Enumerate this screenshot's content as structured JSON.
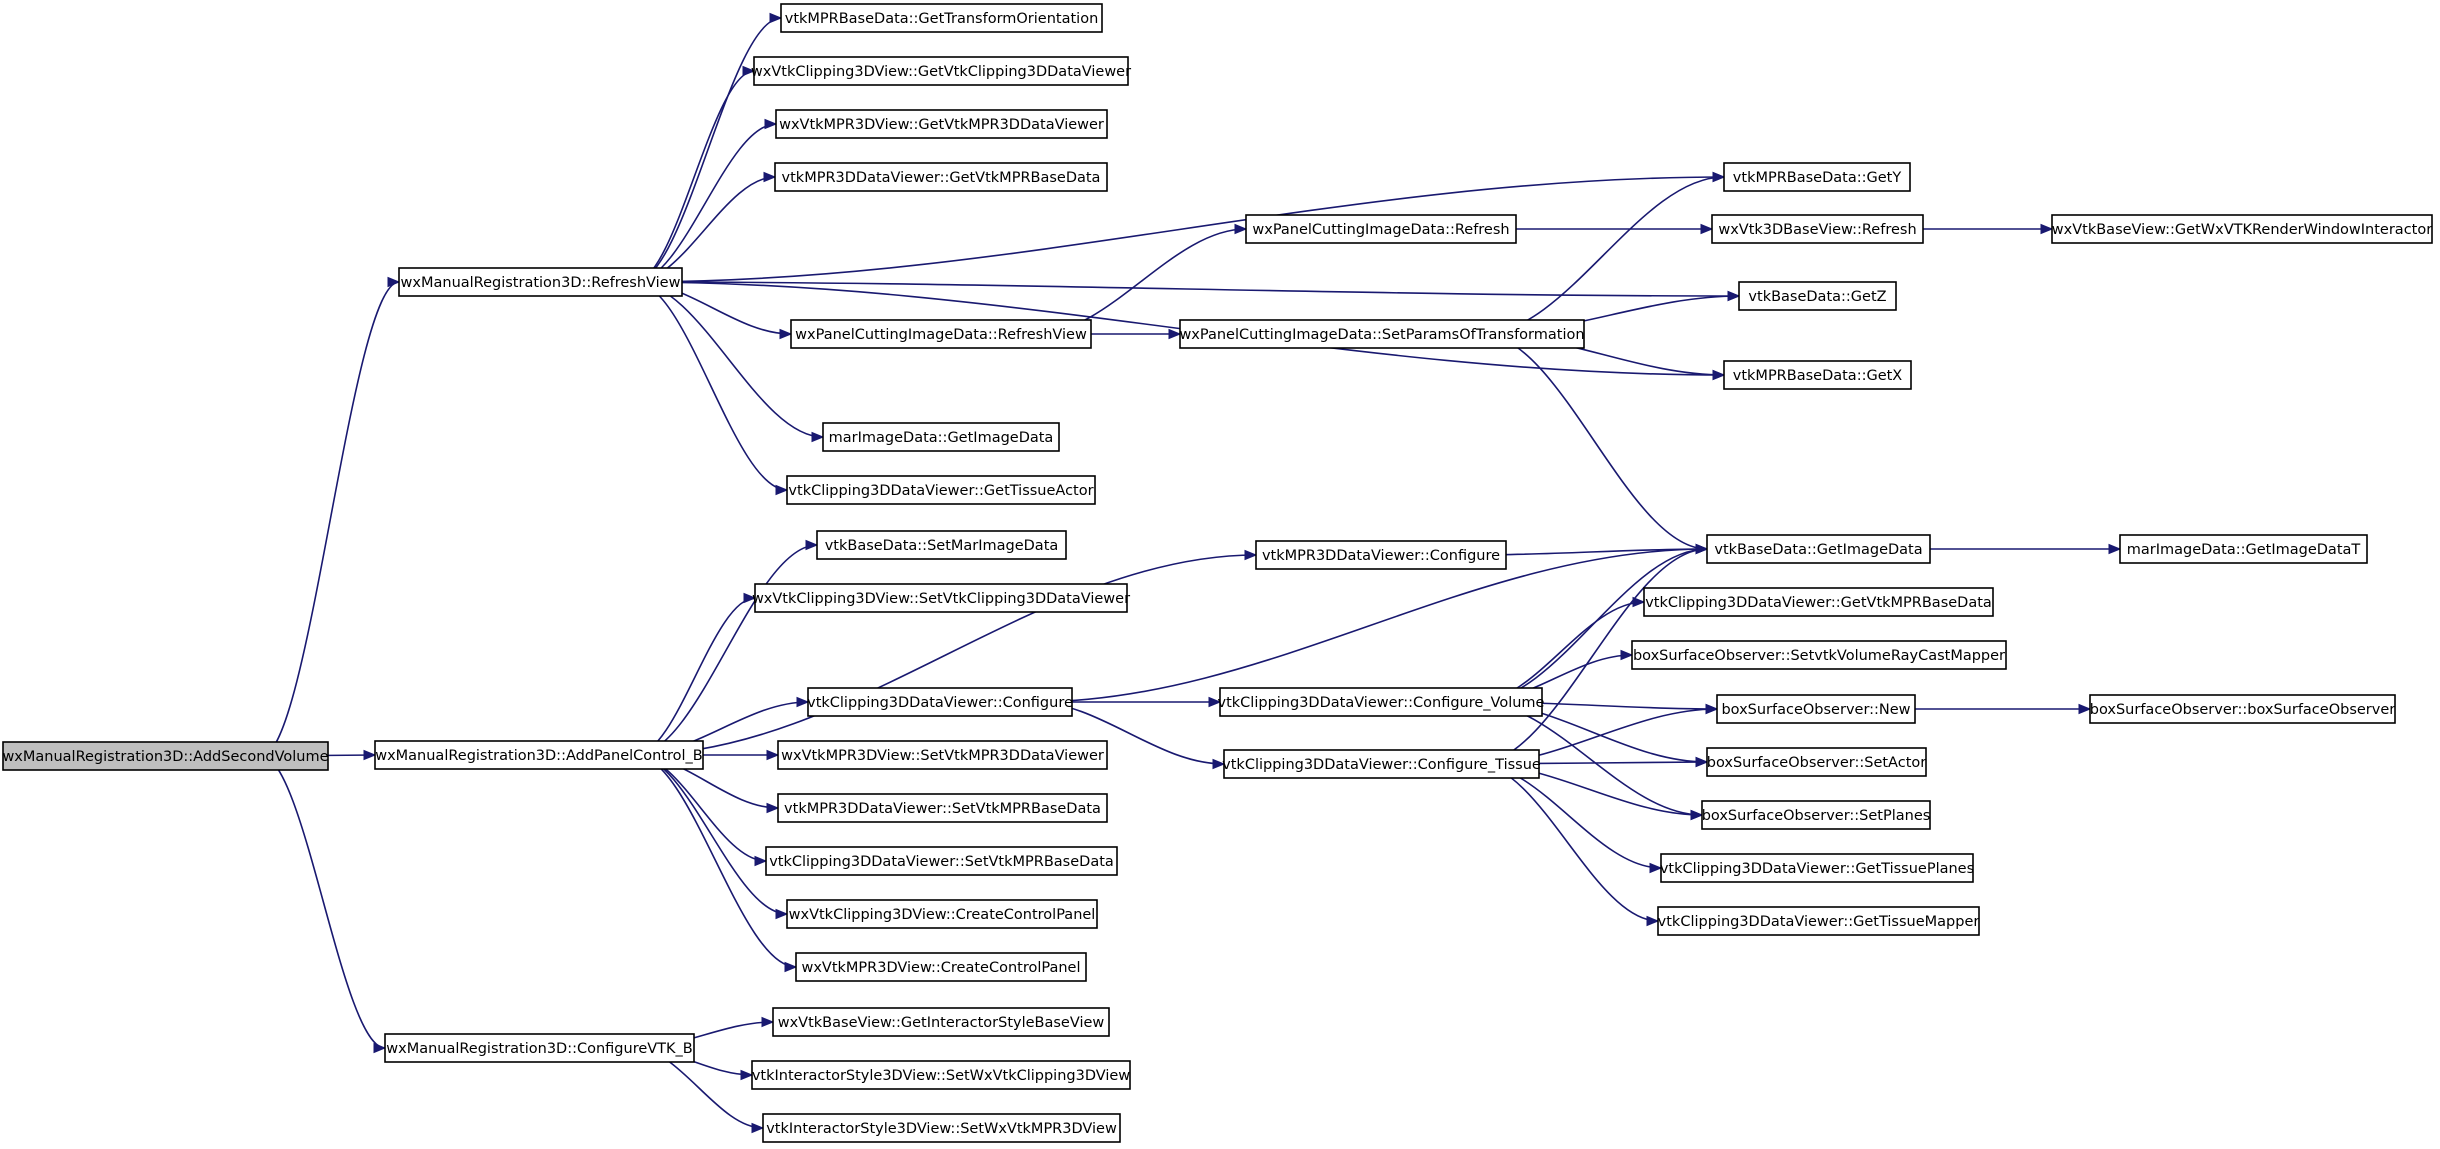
{
  "graph": {
    "edge_color": "#191970",
    "root_fill": "#bfbfbf",
    "nodes": [
      {
        "id": "add_second_volume",
        "label": "wxManualRegistration3D::AddSecondVolume",
        "root": true
      },
      {
        "id": "refresh_view",
        "label": "wxManualRegistration3D::RefreshView"
      },
      {
        "id": "add_panel_control_b",
        "label": "wxManualRegistration3D::AddPanelControl_B"
      },
      {
        "id": "configure_vtk_b",
        "label": "wxManualRegistration3D::ConfigureVTK_B"
      },
      {
        "id": "get_transform_orientation",
        "label": "vtkMPRBaseData::GetTransformOrientation"
      },
      {
        "id": "get_vtk_clipping3d_data_viewer",
        "label": "wxVtkClipping3DView::GetVtkClipping3DDataViewer"
      },
      {
        "id": "get_vtk_mpr3d_data_viewer",
        "label": "wxVtkMPR3DView::GetVtkMPR3DDataViewer"
      },
      {
        "id": "get_vtk_mpr_base_data",
        "label": "vtkMPR3DDataViewer::GetVtkMPRBaseData"
      },
      {
        "id": "panel_cut_refresh_view",
        "label": "wxPanelCuttingImageData::RefreshView"
      },
      {
        "id": "mar_get_image_data",
        "label": "marImageData::GetImageData"
      },
      {
        "id": "get_tissue_actor",
        "label": "vtkClipping3DDataViewer::GetTissueActor"
      },
      {
        "id": "set_mar_image_data",
        "label": "vtkBaseData::SetMarImageData"
      },
      {
        "id": "set_vtk_clipping3d_data_viewer",
        "label": "wxVtkClipping3DView::SetVtkClipping3DDataViewer"
      },
      {
        "id": "clipping_configure",
        "label": "vtkClipping3DDataViewer::Configure"
      },
      {
        "id": "set_vtk_mpr3d_data_viewer",
        "label": "wxVtkMPR3DView::SetVtkMPR3DDataViewer"
      },
      {
        "id": "mpr3d_set_vtk_mpr_base_data",
        "label": "vtkMPR3DDataViewer::SetVtkMPRBaseData"
      },
      {
        "id": "clip3d_set_vtk_mpr_base_data",
        "label": "vtkClipping3DDataViewer::SetVtkMPRBaseData"
      },
      {
        "id": "clip3d_create_control_panel",
        "label": "wxVtkClipping3DView::CreateControlPanel"
      },
      {
        "id": "mpr3d_create_control_panel",
        "label": "wxVtkMPR3DView::CreateControlPanel"
      },
      {
        "id": "mpr3d_configure",
        "label": "vtkMPR3DDataViewer::Configure"
      },
      {
        "id": "get_interactor_style_base_view",
        "label": "wxVtkBaseView::GetInteractorStyleBaseView"
      },
      {
        "id": "set_wx_vtk_clipping3d_view",
        "label": "vtkInteractorStyle3DView::SetWxVtkClipping3DView"
      },
      {
        "id": "set_wx_vtk_mpr3d_view",
        "label": "vtkInteractorStyle3DView::SetWxVtkMPR3DView"
      },
      {
        "id": "panel_cut_refresh",
        "label": "wxPanelCuttingImageData::Refresh"
      },
      {
        "id": "set_params_of_transformation",
        "label": "wxPanelCuttingImageData::SetParamsOfTransformation"
      },
      {
        "id": "configure_volume",
        "label": "vtkClipping3DDataViewer::Configure_Volume"
      },
      {
        "id": "configure_tissue",
        "label": "vtkClipping3DDataViewer::Configure_Tissue"
      },
      {
        "id": "get_y",
        "label": "vtkMPRBaseData::GetY"
      },
      {
        "id": "vtk3d_refresh",
        "label": "wxVtk3DBaseView::Refresh"
      },
      {
        "id": "get_z",
        "label": "vtkBaseData::GetZ"
      },
      {
        "id": "get_x",
        "label": "vtkMPRBaseData::GetX"
      },
      {
        "id": "base_get_image_data",
        "label": "vtkBaseData::GetImageData"
      },
      {
        "id": "get_vtk_mpr_base_data_clip",
        "label": "vtkClipping3DDataViewer::GetVtkMPRBaseData"
      },
      {
        "id": "set_vtk_volume_ray_cast_mapper",
        "label": "boxSurfaceObserver::SetvtkVolumeRayCastMapper"
      },
      {
        "id": "box_new",
        "label": "boxSurfaceObserver::New"
      },
      {
        "id": "box_set_actor",
        "label": "boxSurfaceObserver::SetActor"
      },
      {
        "id": "box_set_planes",
        "label": "boxSurfaceObserver::SetPlanes"
      },
      {
        "id": "get_tissue_planes",
        "label": "vtkClipping3DDataViewer::GetTissuePlanes"
      },
      {
        "id": "get_tissue_mapper",
        "label": "vtkClipping3DDataViewer::GetTissueMapper"
      },
      {
        "id": "get_wx_vtk_render_window_interactor",
        "label": "wxVtkBaseView::GetWxVTKRenderWindowInteractor"
      },
      {
        "id": "get_image_data_t",
        "label": "marImageData::GetImageDataT"
      },
      {
        "id": "box_surface_observer_ctor",
        "label": "boxSurfaceObserver::boxSurfaceObserver"
      }
    ],
    "edges": [
      [
        "add_second_volume",
        "refresh_view"
      ],
      [
        "add_second_volume",
        "add_panel_control_b"
      ],
      [
        "add_second_volume",
        "configure_vtk_b"
      ],
      [
        "refresh_view",
        "get_transform_orientation"
      ],
      [
        "refresh_view",
        "get_vtk_clipping3d_data_viewer"
      ],
      [
        "refresh_view",
        "get_vtk_mpr3d_data_viewer"
      ],
      [
        "refresh_view",
        "get_vtk_mpr_base_data"
      ],
      [
        "refresh_view",
        "get_y"
      ],
      [
        "refresh_view",
        "get_z"
      ],
      [
        "refresh_view",
        "panel_cut_refresh_view"
      ],
      [
        "refresh_view",
        "get_x"
      ],
      [
        "refresh_view",
        "mar_get_image_data"
      ],
      [
        "refresh_view",
        "get_tissue_actor"
      ],
      [
        "panel_cut_refresh_view",
        "panel_cut_refresh"
      ],
      [
        "panel_cut_refresh_view",
        "set_params_of_transformation"
      ],
      [
        "panel_cut_refresh",
        "vtk3d_refresh"
      ],
      [
        "vtk3d_refresh",
        "get_wx_vtk_render_window_interactor"
      ],
      [
        "set_params_of_transformation",
        "get_y"
      ],
      [
        "set_params_of_transformation",
        "get_z"
      ],
      [
        "set_params_of_transformation",
        "get_x"
      ],
      [
        "set_params_of_transformation",
        "base_get_image_data"
      ],
      [
        "add_panel_control_b",
        "set_mar_image_data"
      ],
      [
        "add_panel_control_b",
        "set_vtk_clipping3d_data_viewer"
      ],
      [
        "add_panel_control_b",
        "mpr3d_configure"
      ],
      [
        "add_panel_control_b",
        "clipping_configure"
      ],
      [
        "add_panel_control_b",
        "set_vtk_mpr3d_data_viewer"
      ],
      [
        "add_panel_control_b",
        "mpr3d_set_vtk_mpr_base_data"
      ],
      [
        "add_panel_control_b",
        "clip3d_set_vtk_mpr_base_data"
      ],
      [
        "add_panel_control_b",
        "clip3d_create_control_panel"
      ],
      [
        "add_panel_control_b",
        "mpr3d_create_control_panel"
      ],
      [
        "mpr3d_configure",
        "base_get_image_data"
      ],
      [
        "clipping_configure",
        "base_get_image_data"
      ],
      [
        "clipping_configure",
        "configure_volume"
      ],
      [
        "clipping_configure",
        "configure_tissue"
      ],
      [
        "configure_volume",
        "base_get_image_data"
      ],
      [
        "configure_volume",
        "get_vtk_mpr_base_data_clip"
      ],
      [
        "configure_volume",
        "set_vtk_volume_ray_cast_mapper"
      ],
      [
        "configure_volume",
        "box_new"
      ],
      [
        "configure_volume",
        "box_set_actor"
      ],
      [
        "configure_volume",
        "box_set_planes"
      ],
      [
        "configure_tissue",
        "base_get_image_data"
      ],
      [
        "configure_tissue",
        "box_new"
      ],
      [
        "configure_tissue",
        "box_set_actor"
      ],
      [
        "configure_tissue",
        "box_set_planes"
      ],
      [
        "configure_tissue",
        "get_tissue_planes"
      ],
      [
        "configure_tissue",
        "get_tissue_mapper"
      ],
      [
        "base_get_image_data",
        "get_image_data_t"
      ],
      [
        "box_new",
        "box_surface_observer_ctor"
      ],
      [
        "configure_vtk_b",
        "get_interactor_style_base_view"
      ],
      [
        "configure_vtk_b",
        "set_wx_vtk_clipping3d_view"
      ],
      [
        "configure_vtk_b",
        "set_wx_vtk_mpr3d_view"
      ]
    ]
  }
}
